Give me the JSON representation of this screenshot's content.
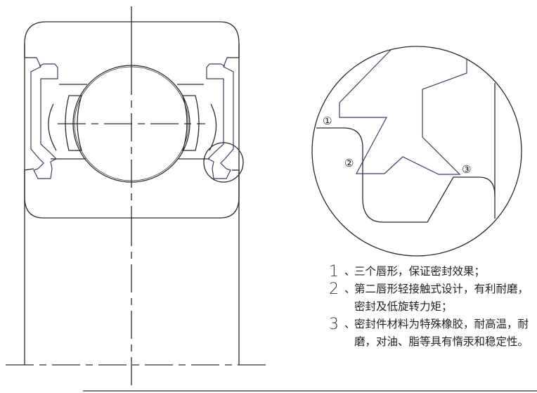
{
  "diagram": {
    "title": "Bearing seal cross-section with detail view",
    "main_view": {
      "label": "bearing-cross-section",
      "components": [
        "outer-ring",
        "inner-ring",
        "ball",
        "cage",
        "seal-left",
        "seal-right",
        "centerline-vertical",
        "centerline-horizontal"
      ]
    },
    "detail_view": {
      "label": "seal-lip-detail",
      "callouts": [
        {
          "id": "1",
          "symbol": "①"
        },
        {
          "id": "2",
          "symbol": "②"
        },
        {
          "id": "3",
          "symbol": "③"
        }
      ]
    },
    "colors": {
      "line": "#2a2a2a",
      "seal_line": "#3a3d6e",
      "background": "#ffffff"
    }
  },
  "notes": [
    {
      "num": "1",
      "sep": "、",
      "text": "三个唇形，保证密封效果；"
    },
    {
      "num": "2",
      "sep": "、",
      "text": "第二唇形轻接触式设计，有利耐磨，密封及低旋转力矩；"
    },
    {
      "num": "3",
      "sep": "、",
      "text": "密封件材料为特殊橡胶，耐高温，耐磨，对油、脂等具有惰汞和稳定性。"
    }
  ]
}
